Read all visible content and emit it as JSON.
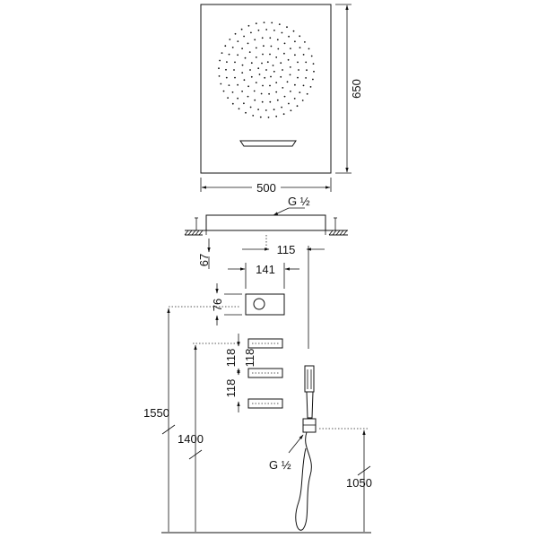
{
  "dimensions": {
    "panel_width": "500",
    "panel_height": "650",
    "inlet_top": "G",
    "inlet_top_fraction": "½",
    "ceiling_thickness": "67",
    "offset_115": "115",
    "control_width": "141",
    "control_height": "76",
    "jet_spacing_a": "118",
    "jet_spacing_b": "118",
    "jet_spacing_c": "118",
    "height_1550": "1550",
    "height_1400": "1400",
    "height_1050": "1050",
    "inlet_hand": "G",
    "inlet_hand_fraction": "½"
  }
}
